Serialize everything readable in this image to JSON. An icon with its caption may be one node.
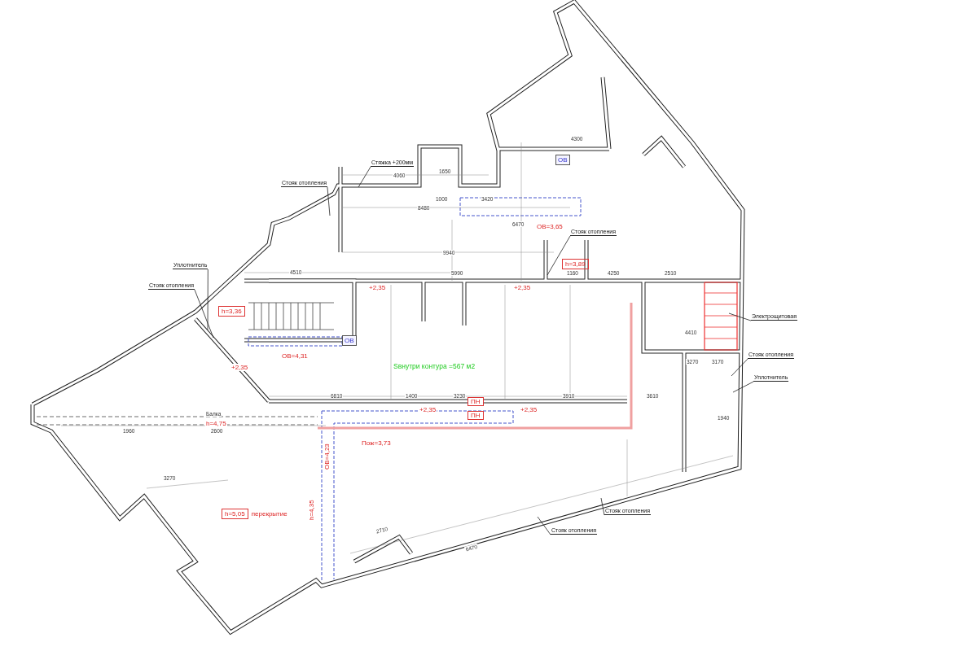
{
  "diagram": {
    "nodes": [
      {
        "text": [
          "Стяжка +200мм"
        ]
      },
      {
        "text": [
          "Стояк отопления"
        ]
      },
      {
        "text": [
          "Стояк отопления"
        ]
      },
      {
        "text": [
          "Уплотнитель"
        ]
      },
      {
        "text": [
          "Стояк отопления"
        ]
      },
      {
        "text": [
          "Электрощитовая"
        ]
      },
      {
        "text": [
          "Стояк отопления"
        ]
      },
      {
        "text": [
          "Уплотнитель"
        ]
      },
      {
        "text": [
          "Стояк отопления"
        ]
      },
      {
        "text": [
          "Стояк отопления"
        ]
      },
      {
        "text": [
          "h=3,36"
        ]
      },
      {
        "text": [
          "h=3,89"
        ]
      },
      {
        "text": [
          "h=5,05"
        ],
        "beside": [
          "перекрытие"
        ]
      },
      {
        "text": [
          "ОВ"
        ]
      },
      {
        "text": [
          "ОВ"
        ]
      },
      {
        "text": [
          "ПН"
        ]
      },
      {
        "text": [
          "ПН"
        ]
      }
    ],
    "edges": [
      {
        "from": 0,
        "to": null,
        "arrow": "none"
      },
      {
        "from": 1,
        "to": null,
        "arrow": "none"
      },
      {
        "from": 2,
        "to": null,
        "arrow": "none"
      },
      {
        "from": 3,
        "to": null,
        "arrow": "none"
      },
      {
        "from": 4,
        "to": null,
        "arrow": "none"
      },
      {
        "from": 5,
        "to": null,
        "arrow": "none"
      },
      {
        "from": 6,
        "to": null,
        "arrow": "none"
      },
      {
        "from": 7,
        "to": null,
        "arrow": "none"
      },
      {
        "from": 8,
        "to": null,
        "arrow": "none"
      },
      {
        "from": 9,
        "to": null,
        "arrow": "none"
      }
    ],
    "labels": [
      "1650",
      "4060",
      "1000",
      "3420",
      "8480",
      "6470",
      "ОВ=3,65",
      "9940",
      "4510",
      "5990",
      "1160",
      "4250",
      "2510",
      "4300",
      "4410",
      "+2,35",
      "+2,35",
      "+2,35",
      "ОВ=4,31",
      "Sвнутри контура =567 м2",
      "6810",
      "1400",
      "3230",
      "3910",
      "3610",
      "+2,35",
      "+2,35",
      "3270",
      "3170",
      "1940",
      "Балка",
      "h=4,75",
      "Пож=3,73",
      "ОВ=4,23",
      "h=4,35",
      "3270",
      "1960",
      "2600",
      "6470",
      "2710"
    ]
  }
}
